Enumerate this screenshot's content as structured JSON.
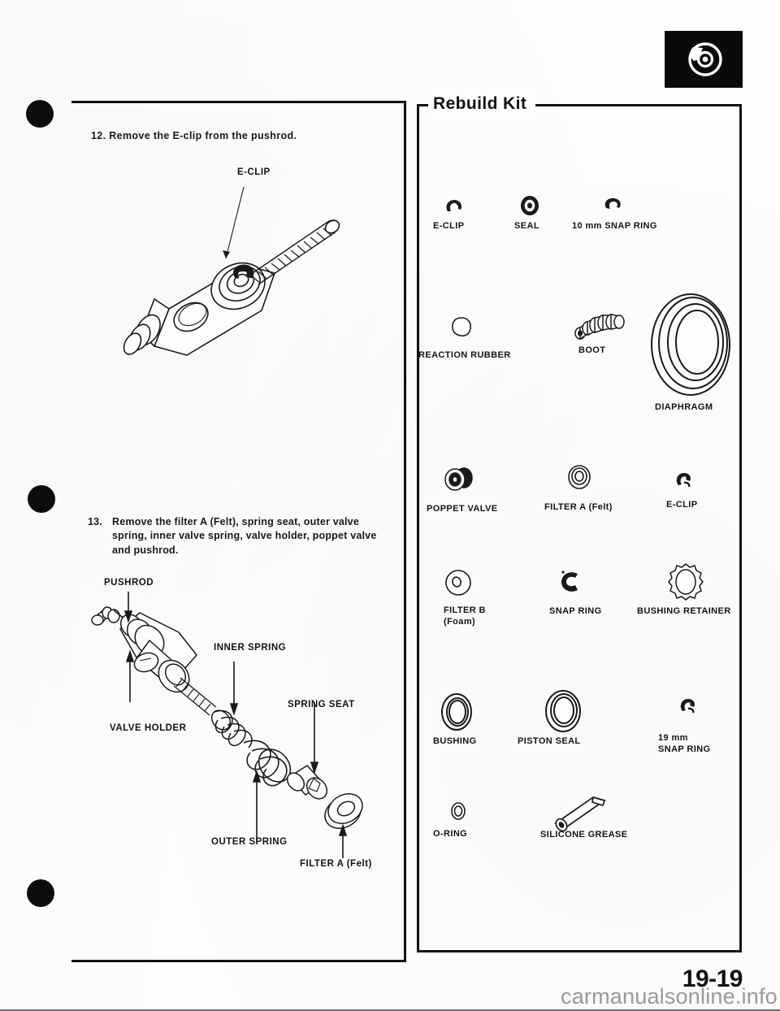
{
  "page": {
    "number": "19-19",
    "watermark": "carmanualsonline.info",
    "chapter_icon": "brake-rotor-icon"
  },
  "left_column": {
    "steps": [
      {
        "number": "12.",
        "text": "Remove the E-clip from the pushrod."
      },
      {
        "number": "13.",
        "text": "Remove the filter A (Felt), spring seat, outer valve spring, inner valve spring, valve holder, poppet valve and pushrod."
      }
    ],
    "figure_12": {
      "labels": [
        {
          "id": "e-clip",
          "text": "E-CLIP"
        }
      ]
    },
    "figure_13": {
      "labels": [
        {
          "id": "pushrod",
          "text": "PUSHROD"
        },
        {
          "id": "inner-spring",
          "text": "INNER SPRING"
        },
        {
          "id": "spring-seat",
          "text": "SPRING SEAT"
        },
        {
          "id": "valve-holder",
          "text": "VALVE HOLDER"
        },
        {
          "id": "outer-spring",
          "text": "OUTER SPRING"
        },
        {
          "id": "filter-a",
          "text": "FILTER A (Felt)"
        }
      ]
    }
  },
  "rebuild_kit": {
    "title": "Rebuild Kit",
    "parts": [
      {
        "id": "e-clip-1",
        "label": "E-CLIP",
        "art": "e-clip-small-icon"
      },
      {
        "id": "seal",
        "label": "SEAL",
        "art": "seal-icon"
      },
      {
        "id": "snap-ring-10mm",
        "label": "10 mm SNAP RING",
        "art": "snap-ring-small-icon"
      },
      {
        "id": "reaction-rubber",
        "label": "REACTION RUBBER",
        "art": "reaction-rubber-icon"
      },
      {
        "id": "boot",
        "label": "BOOT",
        "art": "boot-icon"
      },
      {
        "id": "diaphragm",
        "label": "DIAPHRAGM",
        "art": "diaphragm-icon"
      },
      {
        "id": "poppet-valve",
        "label": "POPPET VALVE",
        "art": "poppet-valve-icon"
      },
      {
        "id": "filter-a-felt",
        "label": "FILTER A (Felt)",
        "art": "filter-a-icon"
      },
      {
        "id": "e-clip-2",
        "label": "E-CLIP",
        "art": "e-clip-icon"
      },
      {
        "id": "filter-b-foam",
        "label": "FILTER B\n(Foam)",
        "art": "filter-b-icon"
      },
      {
        "id": "snap-ring",
        "label": "SNAP RING",
        "art": "snap-ring-icon"
      },
      {
        "id": "bushing-retainer",
        "label": "BUSHING RETAINER",
        "art": "bushing-retainer-icon"
      },
      {
        "id": "bushing",
        "label": "BUSHING",
        "art": "bushing-icon"
      },
      {
        "id": "piston-seal",
        "label": "PISTON SEAL",
        "art": "piston-seal-icon"
      },
      {
        "id": "snap-ring-19mm",
        "label": "19 mm\nSNAP RING",
        "art": "snap-ring-19-icon"
      },
      {
        "id": "o-ring",
        "label": "O-RING",
        "art": "o-ring-icon"
      },
      {
        "id": "silicone-grease",
        "label": "SILICONE GREASE",
        "art": "grease-tube-icon"
      }
    ]
  }
}
